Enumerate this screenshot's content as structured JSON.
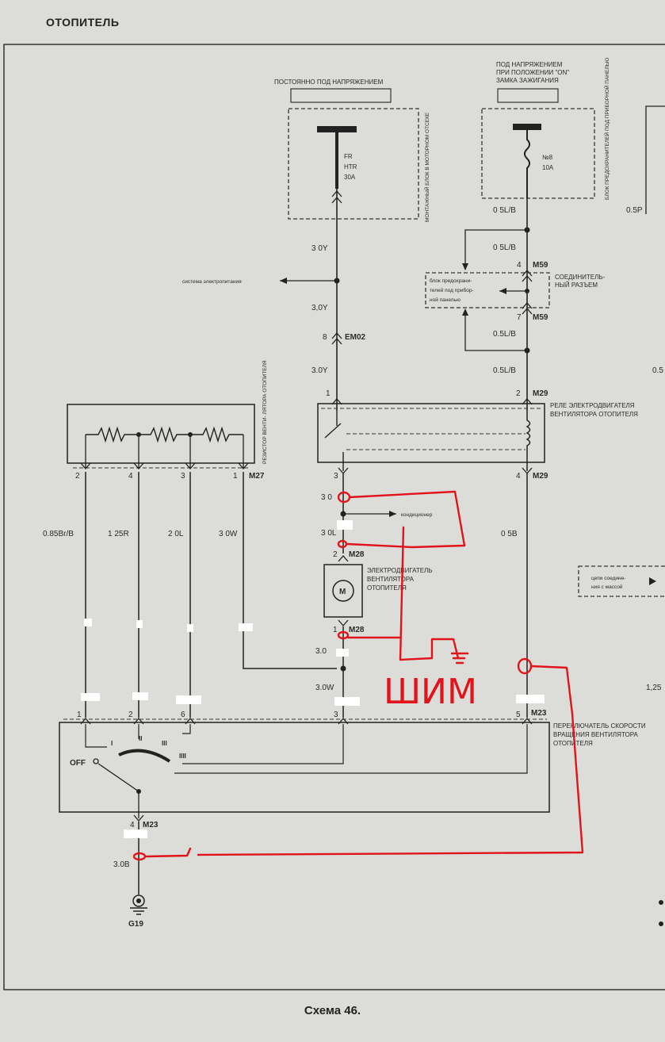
{
  "page": {
    "title": "ОТОПИТЕЛЬ",
    "caption": "Схема 46."
  },
  "power": {
    "left_header": "ПОСТОЯННО ПОД НАПРЯЖЕНИЕМ",
    "right_header_1": "ПОД НАПРЯЖЕНИЕМ",
    "right_header_2": "ПРИ ПОЛОЖЕНИИ \"ON\"",
    "right_header_3": "ЗАМКА ЗАЖИГАНИЯ",
    "engine_box": "МОНТАЖНЫЙ БЛОК В МОТОРНОМ ОТСЕКЕ",
    "panel_box": "БЛОК ПРЕДОХРАНИТЕЛЕЙ ПОД ПРИБОРНОЙ ПАНЕЛЬЮ",
    "fuse_fr_1": "FR",
    "fuse_fr_2": "HTR",
    "fuse_fr_3": "30A",
    "fuse_8_1": "№8",
    "fuse_8_2": "10A"
  },
  "wires": {
    "w05lb_a": "0 5L/B",
    "w05p": "0.5P",
    "w05lb_b": "0 5L/B",
    "w30y_a": "3 0Y",
    "w30y_b": "3,0Y",
    "w30y_c": "3.0Y",
    "w05lb_c": "0.5L/B",
    "w05lb_d": "0.5L/B",
    "w05_edge": "0.5",
    "w085": "0.85Br/B",
    "w125r": "1 25R",
    "w20l": "2 0L",
    "w30w": "3 0W",
    "w30l_a": "3 0",
    "w30l_b": "3 0L",
    "w05b": "0 5B",
    "w30l_c": "3.0",
    "w30w_b": "3.0W",
    "w125_edge": "1,25",
    "w30b": "3.0B"
  },
  "components": {
    "power_system": "система электропитания",
    "fuse_block_note_1": "блок предохрани-",
    "fuse_block_note_2": "телей под прибор-",
    "fuse_block_note_3": "ной панелью",
    "connector_1": "СОЕДИНИТЕЛЬ-",
    "connector_2": "НЫЙ РАЗЪЕМ",
    "relay_1": "РЕЛЕ ЭЛЕКТРОДВИГАТЕЛЯ",
    "relay_2": "ВЕНТИЛЯТОРА ОТОПИТЕЛЯ",
    "resistor": "РЕЗИСТОР ВЕНТИ- ЛЯТОРА ОТОПИТЕЛЯ",
    "ac": "кондиционер",
    "motor_1": "ЭЛЕКТРОДВИГАТЕЛЬ",
    "motor_2": "ВЕНТИЛЯТОРА",
    "motor_3": "ОТОПИТЕЛЯ",
    "motor_symbol": "M",
    "ground_note_1": "цепи соедине-",
    "ground_note_2": "ния с массой",
    "switch_1": "ПЕРЕКЛЮЧАТЕЛЬ СКОРОСТИ",
    "switch_2": "ВРАЩЕНИЯ ВЕНТИЛЯТОРА",
    "switch_3": "ОТОПИТЕЛЯ",
    "switch_off": "OFF",
    "pos_i": "I",
    "pos_ii": "II",
    "pos_iii": "III",
    "pos_iiii": "IIII",
    "ground": "G19",
    "handwritten": "ШИМ"
  },
  "connectors": {
    "m59": "M59",
    "em02": "EM02",
    "m29": "M29",
    "m27": "M27",
    "m28": "M28",
    "m23": "M23",
    "p4": "4",
    "p7": "7",
    "p8": "8",
    "p1": "1",
    "p2": "2",
    "p3": "3",
    "p6": "6",
    "p5": "5"
  },
  "colors": {
    "background": "#dcdcd8",
    "ink": "#2a2a2a",
    "annotation_red": "#e0141a"
  }
}
